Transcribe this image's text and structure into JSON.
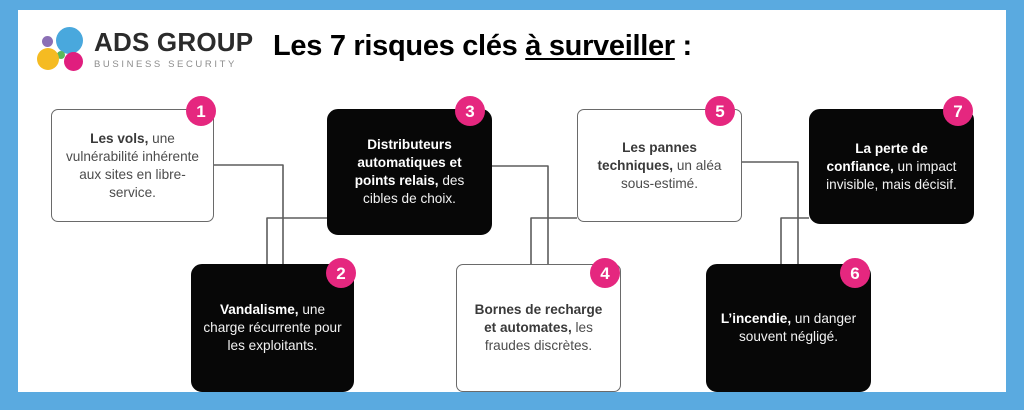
{
  "frame": {
    "border_color": "#5aaae0",
    "background": "#ffffff"
  },
  "header": {
    "logo": {
      "name": "ADS GROUP",
      "tagline": "BUSINESS SECURITY",
      "dot_colors": {
        "purple": "#8b6fb5",
        "blue": "#49a8dd",
        "green": "#5bb85b",
        "yellow": "#f5bb22",
        "pink": "#e01e7e"
      }
    },
    "title": {
      "before": "Les 7 risques clés ",
      "underlined": "à surveiller",
      "after": " :",
      "full": "Les 7 risques clés à surveiller :"
    }
  },
  "accent_color": "#e5277f",
  "cards": [
    {
      "number": "1",
      "style": "light",
      "bold": "Les vols,",
      "rest": " une vulnérabilité inhérente aux sites en libre-service.",
      "full": "Les vols, une vulnérabilité inhérente aux sites en libre-service."
    },
    {
      "number": "2",
      "style": "dark",
      "bold": "Vandalisme,",
      "rest": " une charge récurrente pour les exploitants.",
      "full": "Vandalisme, une charge récurrente pour les exploitants."
    },
    {
      "number": "3",
      "style": "dark",
      "bold": "Distributeurs automatiques et points relais,",
      "rest": " des cibles de choix.",
      "full": "Distributeurs automatiques et points relais, des cibles de choix."
    },
    {
      "number": "4",
      "style": "light",
      "bold": "Bornes de recharge et automates,",
      "rest": " les fraudes discrètes.",
      "full": "Bornes de recharge et automates, les fraudes discrètes."
    },
    {
      "number": "5",
      "style": "light",
      "bold": "Les pannes techniques,",
      "rest": " un aléa sous-estimé.",
      "full": "Les pannes techniques, un aléa sous-estimé."
    },
    {
      "number": "6",
      "style": "dark",
      "bold": "L’incendie,",
      "rest": " un danger souvent négligé.",
      "full": "L’incendie, un danger souvent négligé."
    },
    {
      "number": "7",
      "style": "dark",
      "bold": "La perte de confiance,",
      "rest": " un impact invisible, mais décisif.",
      "full": "La perte de confiance, un impact invisible, mais décisif."
    }
  ]
}
